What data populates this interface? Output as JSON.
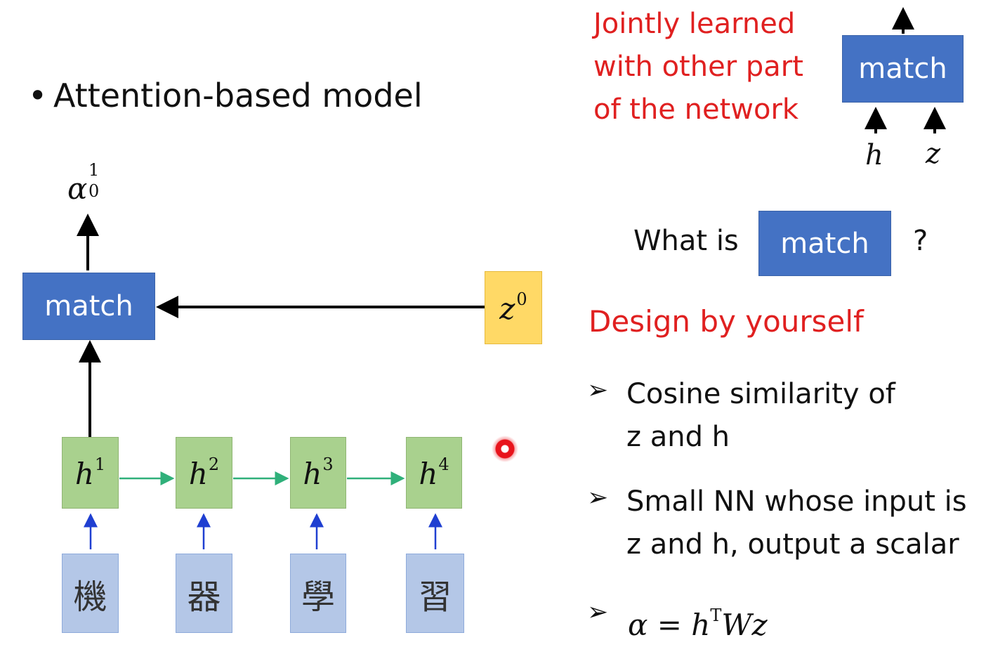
{
  "bullet": {
    "marker": "•",
    "text": "Attention-based model"
  },
  "diagram": {
    "alpha_base": "α",
    "alpha_sup": "1",
    "alpha_sub": "0",
    "match_label": "match",
    "z_base": "z",
    "z_sup": "0",
    "hidden": [
      {
        "base": "h",
        "sup": "1"
      },
      {
        "base": "h",
        "sup": "2"
      },
      {
        "base": "h",
        "sup": "3"
      },
      {
        "base": "h",
        "sup": "4"
      }
    ],
    "inputs": [
      "機",
      "器",
      "學",
      "習"
    ]
  },
  "note": {
    "lines": [
      "Jointly learned",
      "with other part",
      "of the network"
    ]
  },
  "mini_match": {
    "label": "match",
    "h_label": "h",
    "z_label": "z"
  },
  "question": {
    "prefix": "What is",
    "box": "match",
    "suffix": "?"
  },
  "design": {
    "title": "Design by yourself"
  },
  "options": [
    {
      "marker": "➢",
      "line1": "Cosine similarity of",
      "line2": "z and h"
    },
    {
      "marker": "➢",
      "line1": "Small NN whose input is",
      "line2": "z and h, output a scalar"
    },
    {
      "marker": "➢",
      "formula_base": "α = h",
      "formula_sup": "T",
      "formula_rest": "Wz"
    }
  ],
  "colors": {
    "match_blue": "#4472c4",
    "hidden_green": "#a9d18e",
    "input_blue": "#b4c7e7",
    "z_yellow": "#ffd966",
    "red_text": "#e02020",
    "flow_green": "#2fb07a",
    "input_arrow_blue": "#1f3fd1"
  }
}
